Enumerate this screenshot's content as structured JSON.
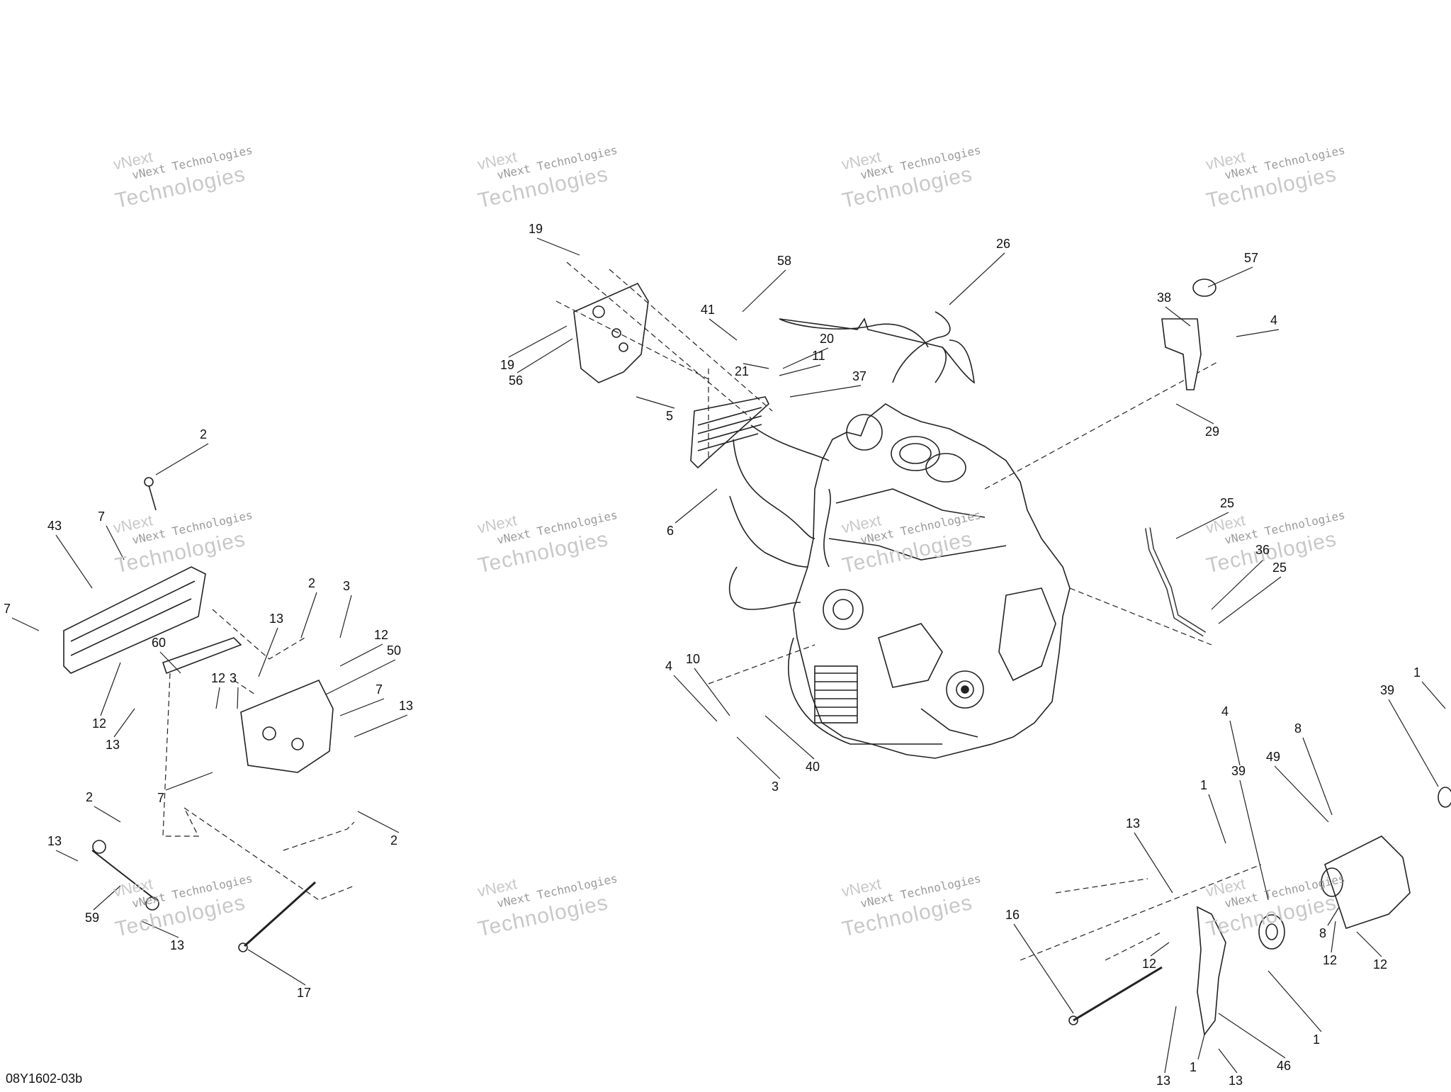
{
  "diagram": {
    "code": "08Y1602-03b",
    "watermark_name": "vNext Technologies",
    "watermark_word": "Technologies",
    "watermark_top": "vNext",
    "callouts": [
      {
        "n": "19"
      },
      {
        "n": "19"
      },
      {
        "n": "56"
      },
      {
        "n": "5"
      },
      {
        "n": "6"
      },
      {
        "n": "58"
      },
      {
        "n": "41"
      },
      {
        "n": "20"
      },
      {
        "n": "21"
      },
      {
        "n": "11"
      },
      {
        "n": "37"
      },
      {
        "n": "26"
      },
      {
        "n": "57"
      },
      {
        "n": "38"
      },
      {
        "n": "4"
      },
      {
        "n": "29"
      },
      {
        "n": "25"
      },
      {
        "n": "36"
      },
      {
        "n": "25"
      },
      {
        "n": "4"
      },
      {
        "n": "10"
      },
      {
        "n": "3"
      },
      {
        "n": "40"
      },
      {
        "n": "2"
      },
      {
        "n": "43"
      },
      {
        "n": "7"
      },
      {
        "n": "7"
      },
      {
        "n": "60"
      },
      {
        "n": "12"
      },
      {
        "n": "13"
      },
      {
        "n": "2"
      },
      {
        "n": "3"
      },
      {
        "n": "13"
      },
      {
        "n": "12"
      },
      {
        "n": "50"
      },
      {
        "n": "12"
      },
      {
        "n": "3"
      },
      {
        "n": "7"
      },
      {
        "n": "13"
      },
      {
        "n": "7"
      },
      {
        "n": "2"
      },
      {
        "n": "2"
      },
      {
        "n": "13"
      },
      {
        "n": "59"
      },
      {
        "n": "13"
      },
      {
        "n": "17"
      },
      {
        "n": "1"
      },
      {
        "n": "39"
      },
      {
        "n": "8"
      },
      {
        "n": "49"
      },
      {
        "n": "39"
      },
      {
        "n": "1"
      },
      {
        "n": "13"
      },
      {
        "n": "16"
      },
      {
        "n": "8"
      },
      {
        "n": "12"
      },
      {
        "n": "12"
      },
      {
        "n": "1"
      },
      {
        "n": "13"
      },
      {
        "n": "46"
      },
      {
        "n": "13"
      },
      {
        "n": "1"
      },
      {
        "n": "4"
      },
      {
        "n": "12"
      }
    ]
  }
}
